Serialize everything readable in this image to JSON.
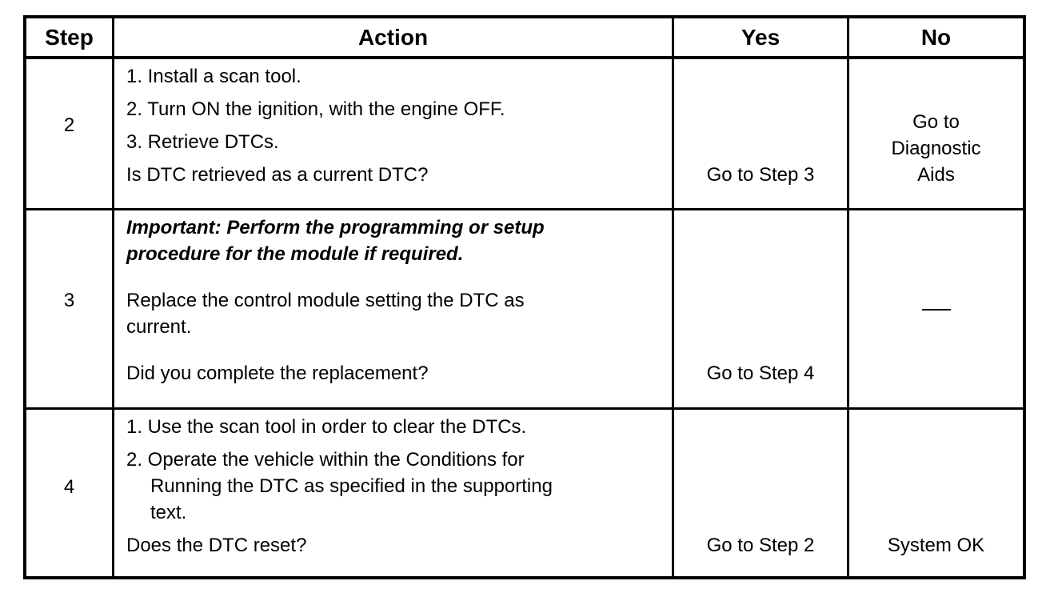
{
  "headers": {
    "step": "Step",
    "action": "Action",
    "yes": "Yes",
    "no": "No"
  },
  "rows": [
    {
      "step": "2",
      "action": {
        "item1": "1. Install a scan tool.",
        "item2": "2. Turn ON the ignition, with the engine OFF.",
        "item3": "3. Retrieve DTCs.",
        "question": "Is DTC retrieved as a current DTC?"
      },
      "yes": "Go to Step 3",
      "no": {
        "line1": "Go to",
        "line2": "Diagnostic",
        "line3": "Aids"
      }
    },
    {
      "step": "3",
      "action": {
        "important_line1": "Important: Perform the programming or setup",
        "important_line2": "procedure for the module if required.",
        "text_line1": "Replace the control module setting the DTC as",
        "text_line2": "current.",
        "question": "Did you complete the replacement?"
      },
      "yes": "Go to Step 4",
      "no": "—"
    },
    {
      "step": "4",
      "action": {
        "item1": "1. Use the scan tool in order to clear the DTCs.",
        "item2_line1": "2. Operate the vehicle within the Conditions for",
        "item2_line2": "Running the DTC  as specified in the supporting",
        "item2_line3": "text.",
        "question": "Does the DTC reset?"
      },
      "yes": "Go to Step 2",
      "no": "System OK"
    }
  ]
}
